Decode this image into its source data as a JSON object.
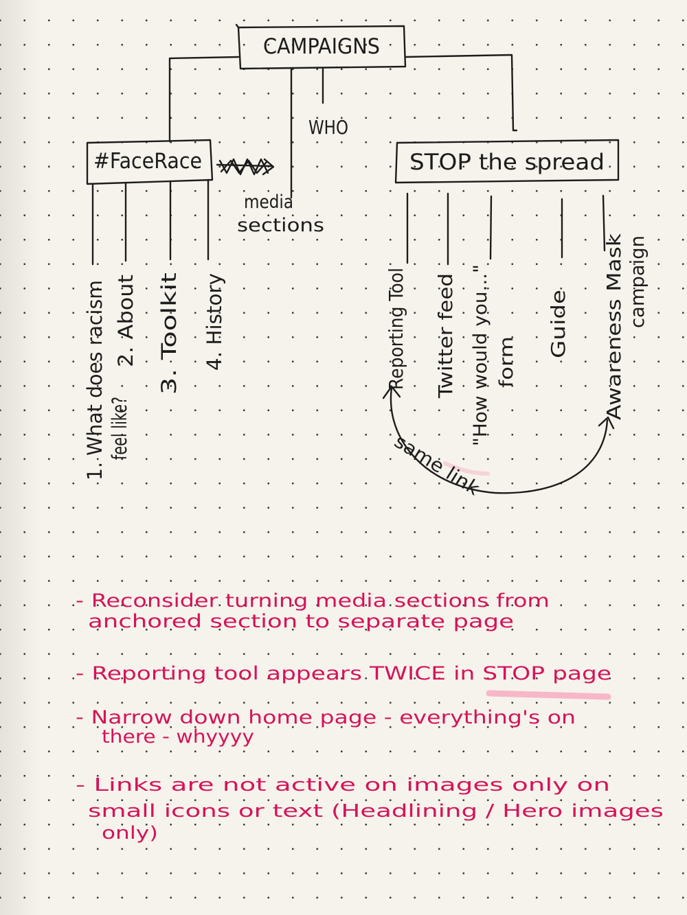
{
  "sketch": {
    "root": "CAMPAIGNS",
    "who": "WHO",
    "left_node": "#FaceRace",
    "left_children": [
      "1. What does racism feel like?",
      "2. About",
      "3. Toolkit",
      "4. History"
    ],
    "media_note": "media sections",
    "right_node": "STOP the spread",
    "right_children": [
      "Reporting Tool",
      "Twitter feed",
      "\"How would you...\" form",
      "Guide",
      "Awareness Mask campaign"
    ],
    "same_link": "same link"
  },
  "notes": [
    "- Reconsider turning media sections from anchored section to separate page",
    "- Reporting tool appears TWICE in STOP page",
    "- Narrow down home page - everything's on there - whyyyy",
    "- Links are not active on images only on small icons or text (Headlining / Hero images only)"
  ],
  "colors": {
    "ink": "#1c1c1c",
    "pink_ink": "#d4145a",
    "highlighter": "#f7a8c0",
    "paper": "#f6f3ec"
  }
}
